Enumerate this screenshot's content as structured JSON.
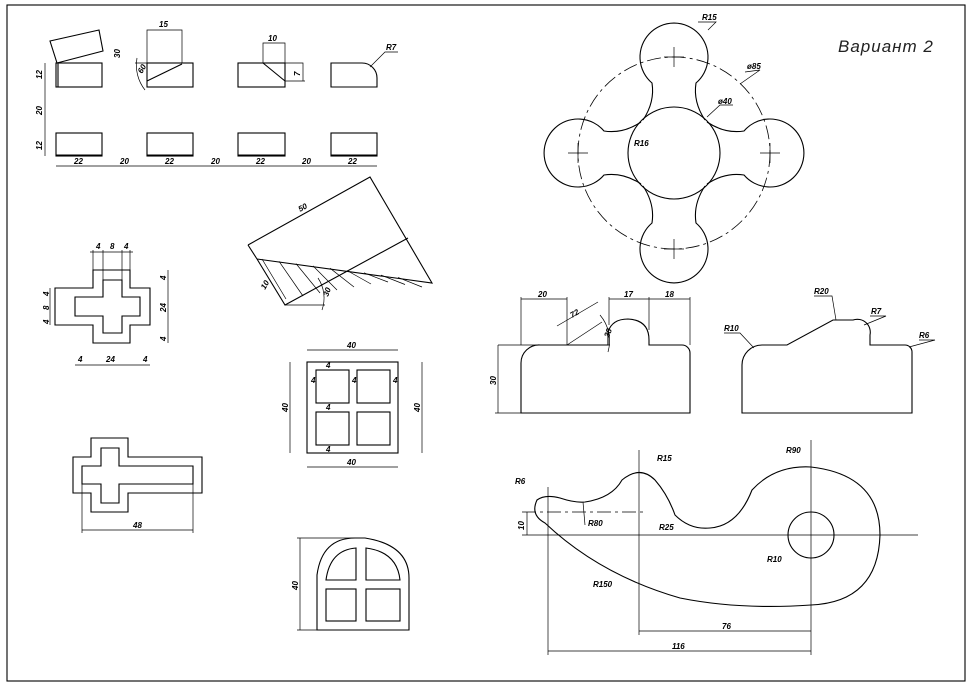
{
  "title": "Вариант 2",
  "blocks": {
    "d1": "22",
    "g1": "20",
    "d2": "22",
    "g2": "20",
    "d3": "22",
    "g3": "20",
    "d4": "22",
    "h1": "12",
    "h2": "20",
    "h3": "12",
    "w15": "15",
    "w10": "10",
    "h7": "7",
    "r7": "R7",
    "a1": "30",
    "a2": "60"
  },
  "flower": {
    "r15": "R15",
    "d85": "ø85",
    "d40": "ø40",
    "r16": "R16"
  },
  "cross": {
    "t1": "4",
    "t2": "8",
    "t3": "4",
    "l1": "4",
    "l2": "8",
    "l3": "4",
    "r1": "4",
    "r2": "24",
    "r3": "4",
    "b1": "4",
    "b2": "24",
    "b3": "4"
  },
  "triangle": {
    "len": "50",
    "w": "10",
    "ang": "30"
  },
  "window": {
    "top": "40",
    "bottom": "40",
    "left": "40",
    "right": "40",
    "s1": "4",
    "s2": "4",
    "s3": "4",
    "s4": "4",
    "s5": "4",
    "s6": "4"
  },
  "profile1": {
    "w20": "20",
    "w72": "72",
    "w17": "17",
    "w18": "18",
    "h30": "30",
    "a38": "38"
  },
  "profile2": {
    "r10": "R10",
    "r20": "R20",
    "r7": "R7",
    "r6": "R6"
  },
  "crossframe": {
    "w48": "48"
  },
  "arch": {
    "h40": "40"
  },
  "hook": {
    "r6": "R6",
    "r80": "R80",
    "r15": "R15",
    "r25": "R25",
    "r90": "R90",
    "r10": "R10",
    "r150": "R150",
    "h10": "10",
    "w76": "76",
    "w116": "116"
  }
}
